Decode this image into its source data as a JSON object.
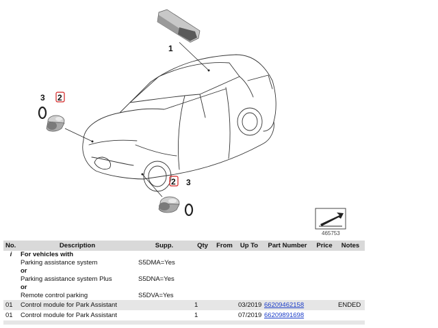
{
  "diagram": {
    "callouts": [
      "1",
      "2",
      "3",
      "2",
      "3"
    ],
    "image_number": "465753"
  },
  "table": {
    "headers": [
      "No.",
      "Description",
      "Supp.",
      "Qty",
      "From",
      "Up To",
      "Part Number",
      "Price",
      "Notes"
    ],
    "note": {
      "mark": "i",
      "heading": "For vehicles with",
      "lines": [
        {
          "text": "Parking assistance system",
          "supp": "S5DMA=Yes",
          "bold": false
        },
        {
          "text": "or",
          "supp": "",
          "bold": true
        },
        {
          "text": "Parking assistance system Plus",
          "supp": "S5DNA=Yes",
          "bold": false
        },
        {
          "text": "or",
          "supp": "",
          "bold": true
        },
        {
          "text": "Remote control parking",
          "supp": "S5DVA=Yes",
          "bold": false
        }
      ]
    },
    "rows": [
      {
        "no": "01",
        "description": "Control module for Park Assistant",
        "supp": "",
        "qty": "1",
        "from": "",
        "up_to": "03/2019",
        "part_number": "66209462158",
        "price": "",
        "notes": "ENDED"
      },
      {
        "no": "01",
        "description": "Control module for Park Assistant",
        "supp": "",
        "qty": "1",
        "from": "",
        "up_to": "07/2019",
        "part_number": "66209891698",
        "price": "",
        "notes": ""
      }
    ]
  },
  "colors": {
    "header_bg": "#d9d9d9",
    "row_alt_bg": "#e6e6e6",
    "link": "#1a3cc8",
    "highlight_box": "#d22020"
  }
}
